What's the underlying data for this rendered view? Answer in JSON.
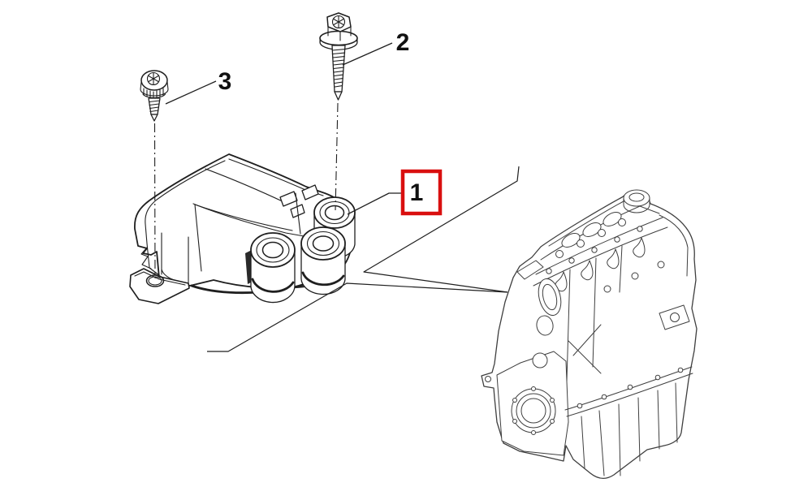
{
  "palette": {
    "bg": "#ffffff",
    "line_dark": "#1f1f1f",
    "line_engine": "#3f3f3f",
    "highlight_red": "#d90f0f",
    "label_color": "#111111"
  },
  "callouts": {
    "part1": {
      "label": "1",
      "boxed": true
    },
    "part2": {
      "label": "2",
      "boxed": false
    },
    "part3": {
      "label": "3",
      "boxed": false
    }
  }
}
